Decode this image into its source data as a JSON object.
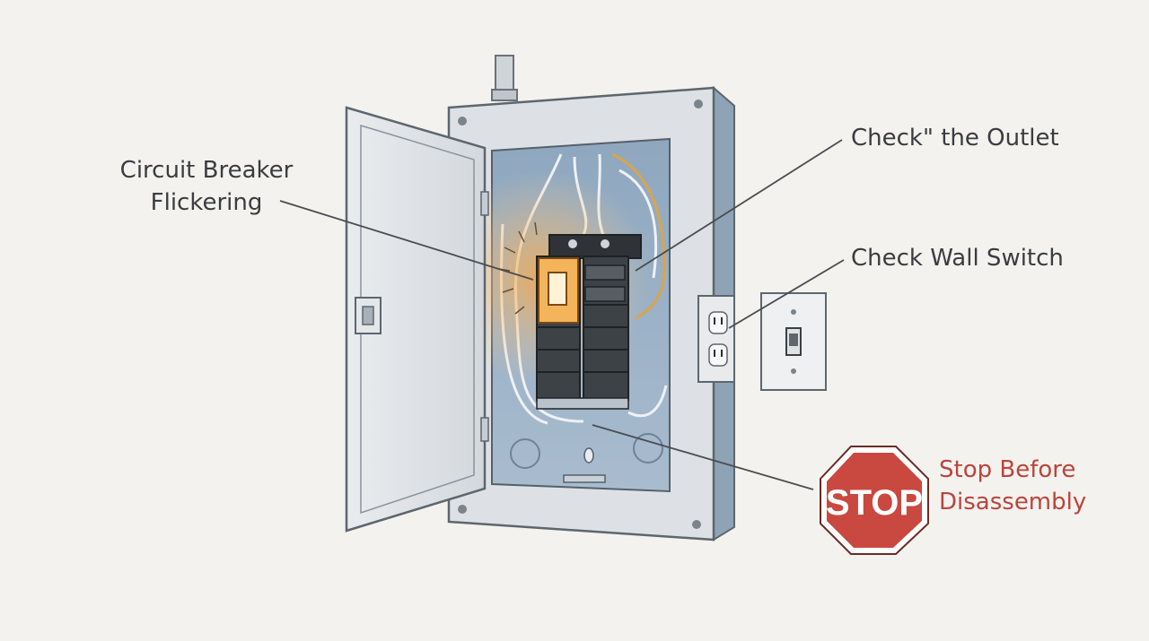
{
  "labels": {
    "breaker_line1": "Circuit Breaker",
    "breaker_line2": "Flickering",
    "outlet": "Check\" the Outlet",
    "wall_switch": "Check Wall Switch",
    "stop_line1": "Stop Before",
    "stop_line2": "Disassembly"
  },
  "stop_sign": {
    "text": "STOP",
    "color": "#c9483f"
  },
  "colors": {
    "background": "#f3f2ee",
    "panel": "#d9dde2",
    "interior": "#9fb4c8",
    "glow": "#f6a84a",
    "leader_line": "#4a4c50",
    "stop_note": "#b9453d"
  }
}
